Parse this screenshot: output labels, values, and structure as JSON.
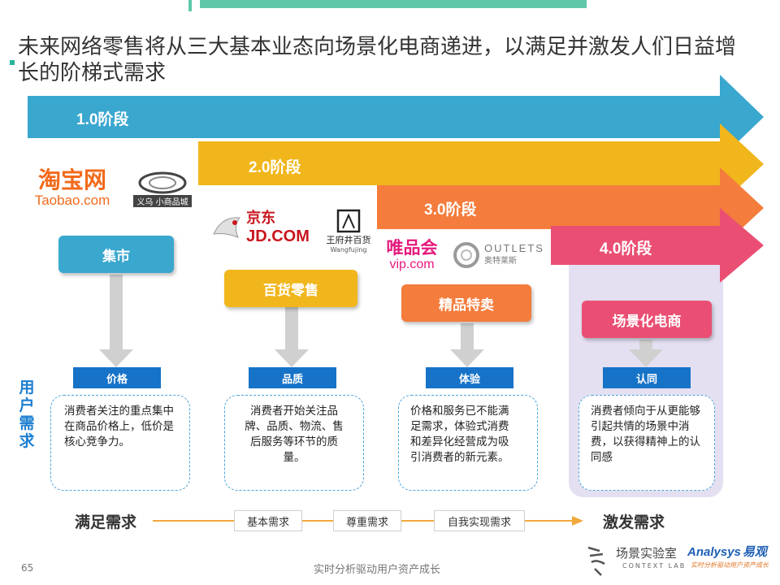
{
  "title": "未来网络零售将从三大基本业态向场景化电商递进，以满足并激发人们日益增长的阶梯式需求",
  "stages": [
    {
      "label": "1.0阶段",
      "color": "#3aa7cf"
    },
    {
      "label": "2.0阶段",
      "color": "#f0b61c"
    },
    {
      "label": "3.0阶段",
      "color": "#f47c3c"
    },
    {
      "label": "4.0阶段",
      "color": "#ea4f73"
    }
  ],
  "logos": {
    "taobao_main": "淘宝网",
    "taobao_sub": "Taobao.com",
    "yiwu": "义乌",
    "yiwu_sub": "小商品城",
    "jd": "JD.COM",
    "jd_cn": "京东",
    "wangfujing": "王府井百货",
    "wangfujing_en": "Wangfujing",
    "vip": "唯品会",
    "vip_en": "vip.com",
    "outlets": "OUTLETS",
    "outlets_cn": "奥特莱斯"
  },
  "categories": [
    {
      "label": "集市",
      "color": "#3aa7cf"
    },
    {
      "label": "百货零售",
      "color": "#f0b61c"
    },
    {
      "label": "精品特卖",
      "color": "#f47c3c"
    },
    {
      "label": "场景化电商",
      "color": "#ea4f73"
    }
  ],
  "side_label": [
    "用",
    "户",
    "需",
    "求"
  ],
  "needs": [
    {
      "tag": "价格",
      "desc": "消费者关注的重点集中在商品价格上，低价是核心竞争力。"
    },
    {
      "tag": "品质",
      "desc": "消费者开始关注品牌、品质、物流、售后服务等环节的质量。"
    },
    {
      "tag": "体验",
      "desc": "价格和服务已不能满足需求，体验式消费和差异化经营成为吸引消费者的新元素。"
    },
    {
      "tag": "认同",
      "desc": "消费者倾向于从更能够引起共情的场景中消费，以获得精神上的认同感"
    }
  ],
  "bottom": {
    "left": "满足需求",
    "right": "激发需求",
    "tags": [
      "基本需求",
      "尊重需求",
      "自我实现需求"
    ]
  },
  "footer": {
    "page": "65",
    "center": "实时分析驱动用户资产成长",
    "brand_cn": "场景实验室",
    "brand_en": "CONTEXT LAB",
    "analysys": "Analysys",
    "analysys_cn": "易观",
    "slogan": "实时分析驱动用户资产成长"
  }
}
